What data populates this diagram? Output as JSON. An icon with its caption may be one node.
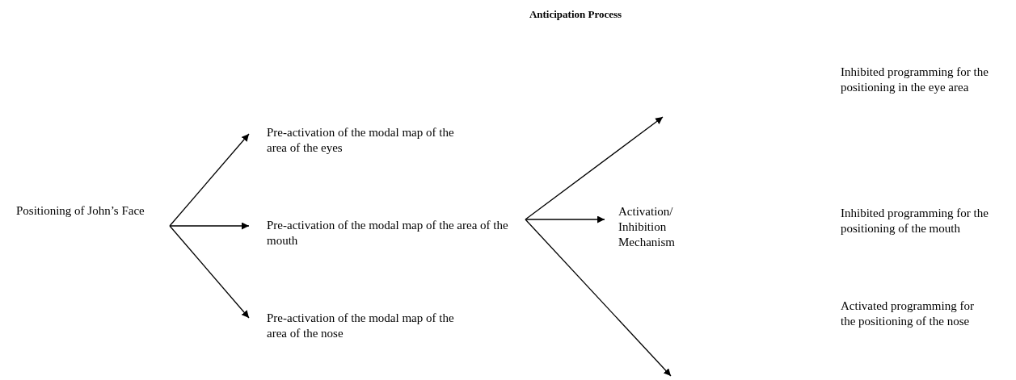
{
  "diagram": {
    "title": "Anticipation Process",
    "nodes": [
      {
        "text": [
          "Positioning of John’s Face"
        ]
      },
      {
        "text": [
          "Pre-activation of the modal map of the area of the eyes"
        ]
      },
      {
        "text": [
          "Pre-activation of the modal map of the area of the mouth"
        ]
      },
      {
        "text": [
          "Pre-activation of the modal map of the area of the nose"
        ]
      },
      {
        "text": [
          "Activation/ Inhibition Mechanism"
        ]
      },
      {
        "text": [
          "Inhibited programming for the positioning in the eye area"
        ]
      },
      {
        "text": [
          "Inhibited programming for the positioning of the mouth"
        ]
      },
      {
        "text": [
          "Activated programming for the positioning of the nose"
        ]
      }
    ],
    "edges": [
      {
        "from": 0,
        "to": 1,
        "arrow": "to"
      },
      {
        "from": 0,
        "to": 2,
        "arrow": "to"
      },
      {
        "from": 0,
        "to": 3,
        "arrow": "to"
      },
      {
        "from": 2,
        "to": null,
        "arrow": "to"
      },
      {
        "from": 2,
        "to": 4,
        "arrow": "to"
      },
      {
        "from": 2,
        "to": null,
        "arrow": "to"
      }
    ]
  }
}
